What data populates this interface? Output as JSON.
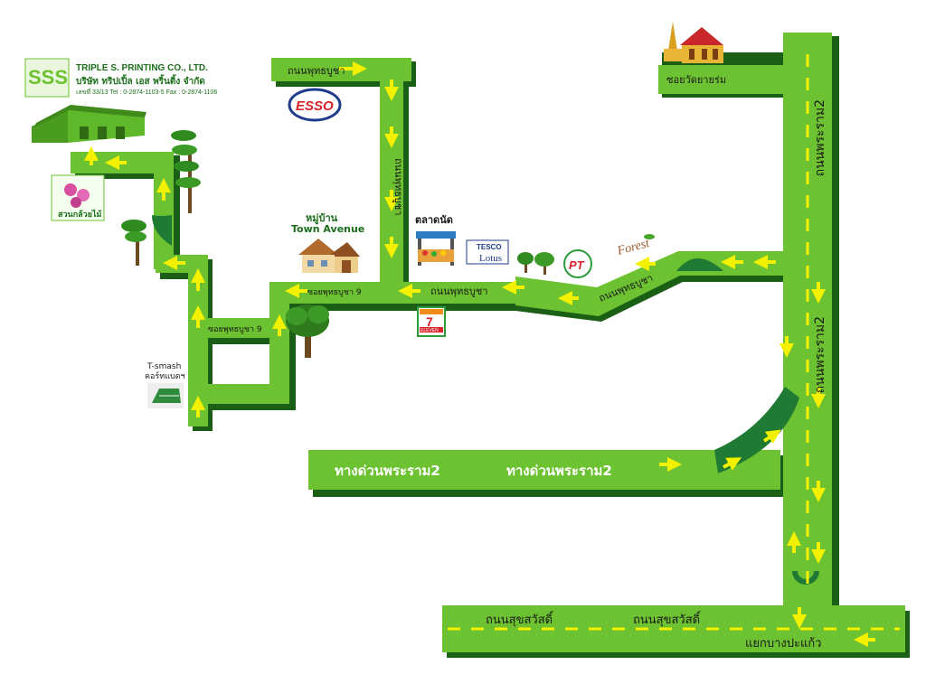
{
  "company": {
    "initials": "SSS",
    "name_en": "TRIPLE S. PRINTING CO., LTD.",
    "name_th": "บริษัท ทริปเปิ้ล เอส พริ้นติ้ง จำกัด",
    "contact": "เลขที่ 33/13 Tel : 0-2874-1103-5  Fax : 0-2874-1106"
  },
  "roads": {
    "phutthabucha_top": "ถนนพุทธบูชา",
    "phutthabucha_vertical": "ถนนพุทธบูชา",
    "phutthabucha_main": "ถนนพุทธบูชา",
    "phutthabucha_diag": "ถนนพุทธบูชา",
    "soi9_upper": "ซอยพุทธบูชา 9",
    "soi9_lower": "ซอยพุทธบูชา 9",
    "wat_yai_rom": "ซอยวัดยายร่ม",
    "rama2_upper": "ถนนพระราม2",
    "rama2_lower": "ถนนพระราม2",
    "expressway_1": "ทางด่วนพระราม2",
    "expressway_2": "ทางด่วนพระราม2",
    "suksawat_1": "ถนนสุขสวัสดิ์",
    "suksawat_2": "ถนนสุขสวัสดิ์",
    "bang_pakaeo": "แยกบางปะแก้ว"
  },
  "landmarks": {
    "esso": "ESSO",
    "village_1": "หมู่บ้าน",
    "village_2": "Town Avenue",
    "market": "ตลาดนัด",
    "tesco_1": "TESCO",
    "tesco_2": "Lotus",
    "pt": "PT",
    "forest": "Forest",
    "seven_1": "7",
    "seven_2": "ELEVEN",
    "orchid": "สวนกล้วยไม้",
    "tsmash_1": "T-smash",
    "tsmash_2": "คอร์ทแบดฯ"
  },
  "colors": {
    "road": "#6cc230",
    "road_shadow": "#1b5e16",
    "arrow": "#f4f100",
    "dash": "#f4f100",
    "dark_green": "#1f7a34"
  }
}
